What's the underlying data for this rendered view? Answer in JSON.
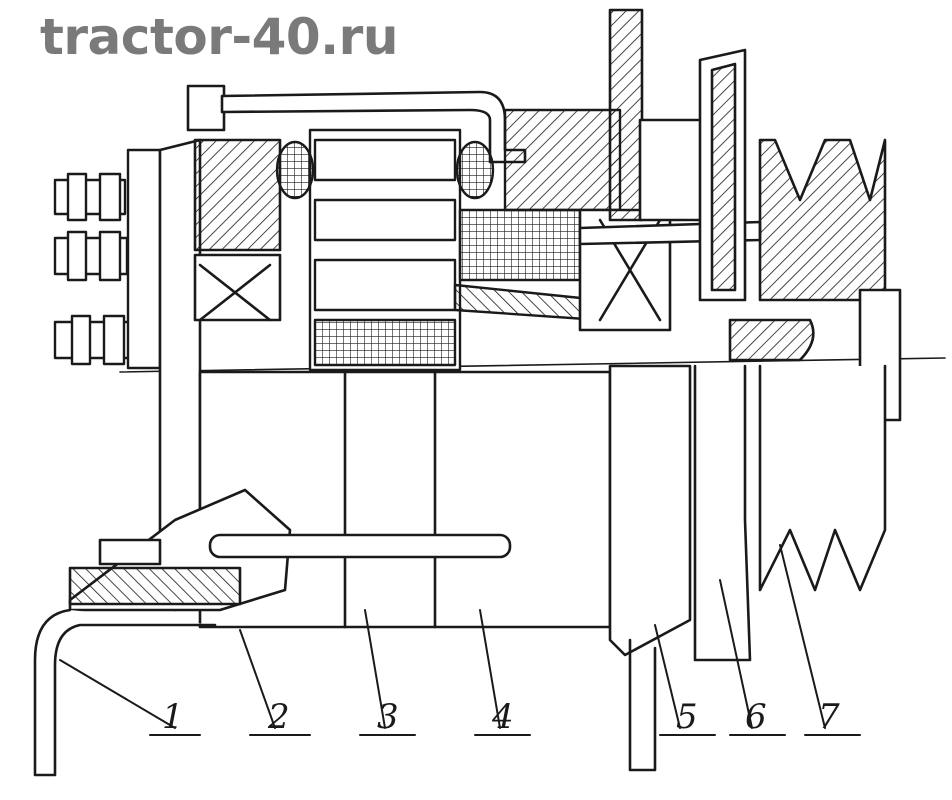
{
  "watermark": "tractor-40.ru",
  "callouts": [
    "1",
    "2",
    "3",
    "4",
    "5",
    "6",
    "7"
  ],
  "colors": {
    "ink": "#1a1a1a",
    "watermark": "#7a7a7a",
    "background": "#ffffff"
  }
}
